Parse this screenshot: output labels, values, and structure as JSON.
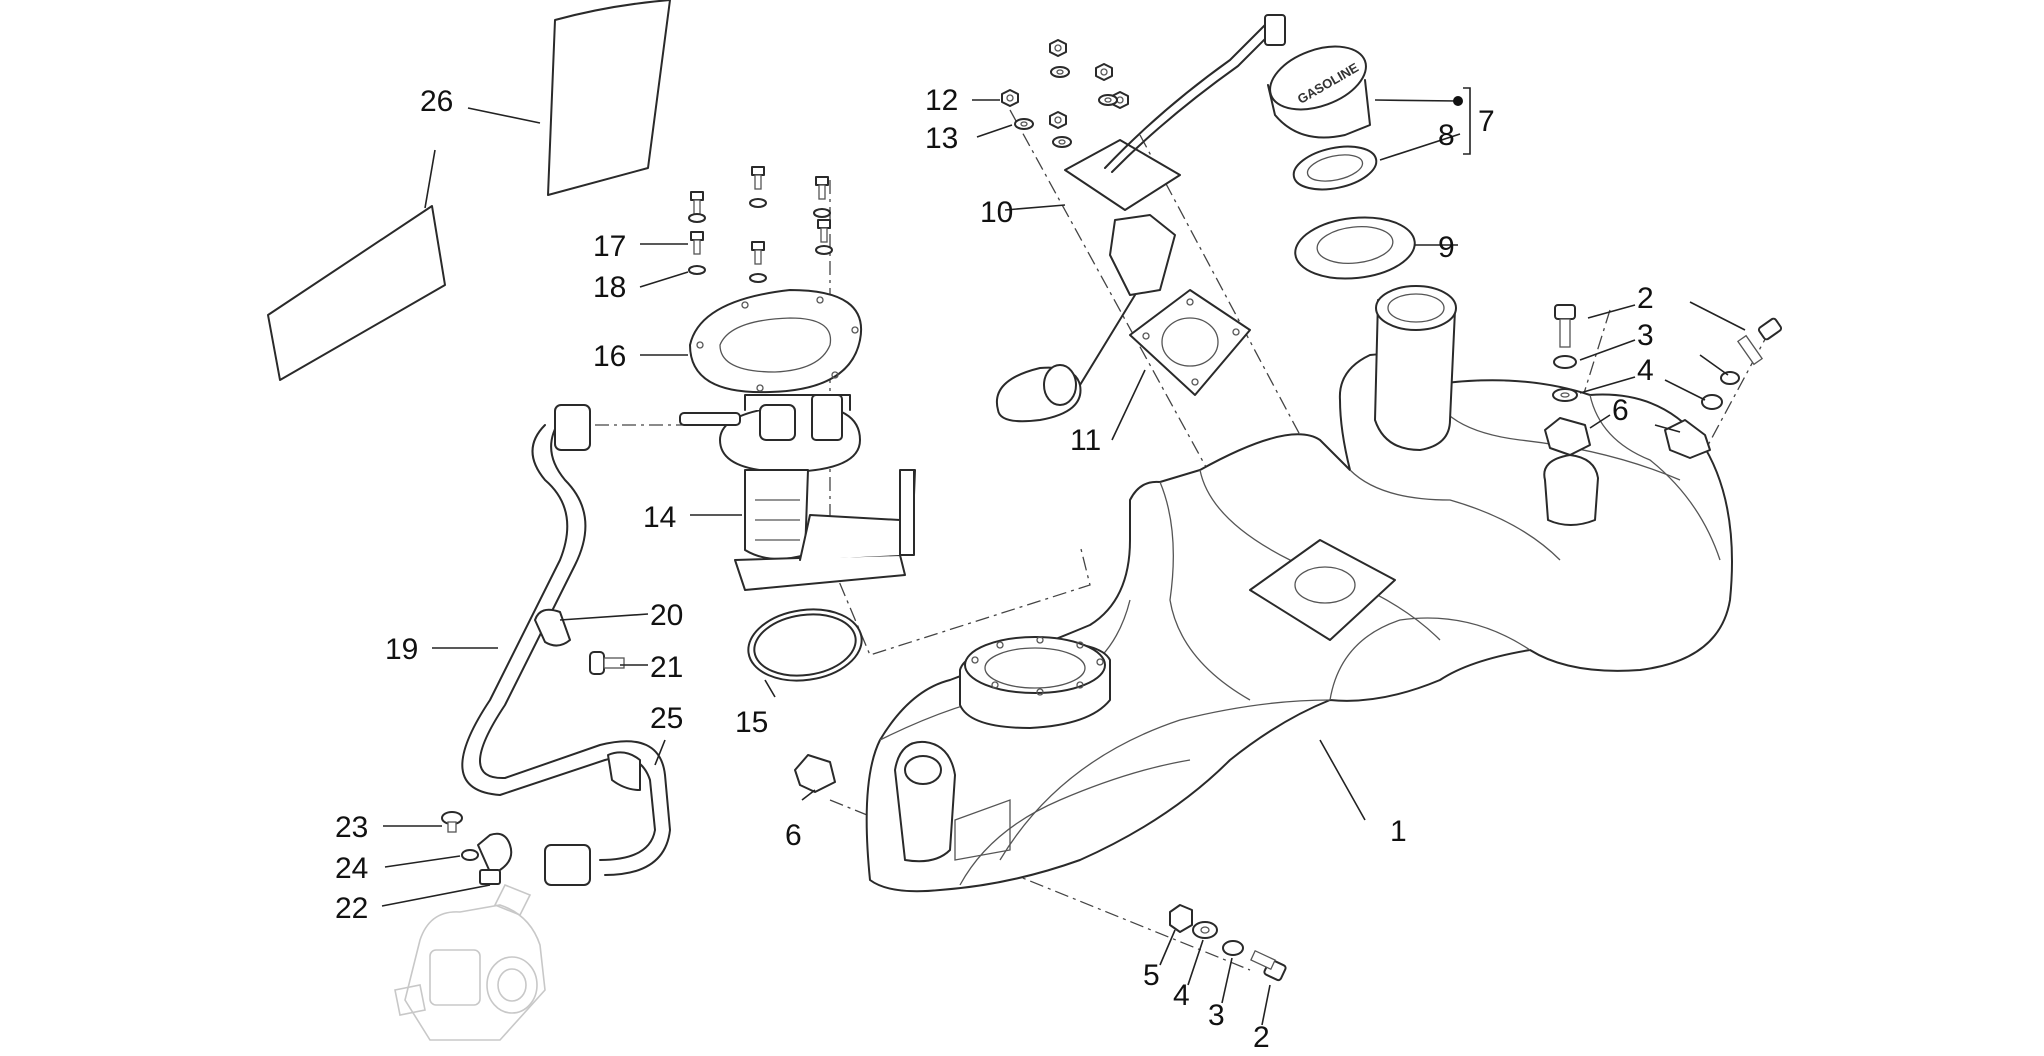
{
  "callouts": [
    {
      "id": "c1",
      "label": "1"
    },
    {
      "id": "c2a",
      "label": "2"
    },
    {
      "id": "c2b",
      "label": "2"
    },
    {
      "id": "c3a",
      "label": "3"
    },
    {
      "id": "c3b",
      "label": "3"
    },
    {
      "id": "c4a",
      "label": "4"
    },
    {
      "id": "c4b",
      "label": "4"
    },
    {
      "id": "c5",
      "label": "5"
    },
    {
      "id": "c6a",
      "label": "6"
    },
    {
      "id": "c6b",
      "label": "6"
    },
    {
      "id": "c7",
      "label": "7"
    },
    {
      "id": "c8",
      "label": "8"
    },
    {
      "id": "c9",
      "label": "9"
    },
    {
      "id": "c10",
      "label": "10"
    },
    {
      "id": "c11",
      "label": "11"
    },
    {
      "id": "c12",
      "label": "12"
    },
    {
      "id": "c13",
      "label": "13"
    },
    {
      "id": "c14",
      "label": "14"
    },
    {
      "id": "c15",
      "label": "15"
    },
    {
      "id": "c16",
      "label": "16"
    },
    {
      "id": "c17",
      "label": "17"
    },
    {
      "id": "c18",
      "label": "18"
    },
    {
      "id": "c19",
      "label": "19"
    },
    {
      "id": "c20",
      "label": "20"
    },
    {
      "id": "c21",
      "label": "21"
    },
    {
      "id": "c22",
      "label": "22"
    },
    {
      "id": "c23",
      "label": "23"
    },
    {
      "id": "c24",
      "label": "24"
    },
    {
      "id": "c25",
      "label": "25"
    },
    {
      "id": "c26",
      "label": "26"
    }
  ],
  "cap_text": "GASOLINE"
}
